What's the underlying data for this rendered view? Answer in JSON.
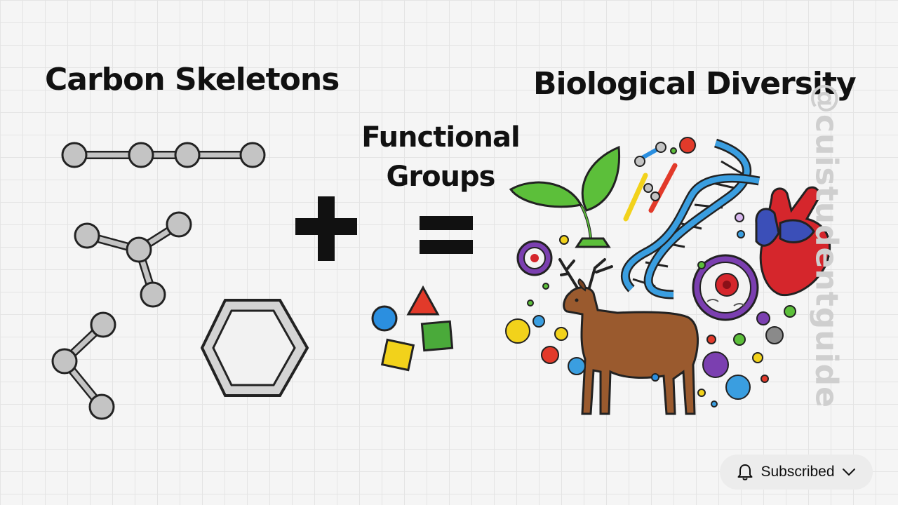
{
  "headings": {
    "carbon_skeletons": "Carbon Skeletons",
    "functional_groups_line1": "Functional",
    "functional_groups_line2": "Groups",
    "biological_diversity": "Biological Diversity"
  },
  "operators": {
    "plus": "+",
    "equals": "="
  },
  "watermark": "@cuistudentguide",
  "subscribe_button": {
    "label": "Subscribed",
    "icon": "bell-icon",
    "chevron": "chevron-down-icon"
  },
  "colors": {
    "atom_fill": "#c4c4c4",
    "outline": "#222222",
    "functional_blue": "#2b8fe0",
    "functional_red": "#e23a2a",
    "functional_yellow": "#f2d21b",
    "functional_green": "#4aaa3a",
    "deer_brown": "#9a5a2e",
    "dna_blue": "#3a9ee0",
    "heart_red": "#d5262c",
    "heart_blue": "#3b4fb8",
    "leaf_green": "#5cbf3a",
    "cell_purple": "#7b3fb0"
  }
}
